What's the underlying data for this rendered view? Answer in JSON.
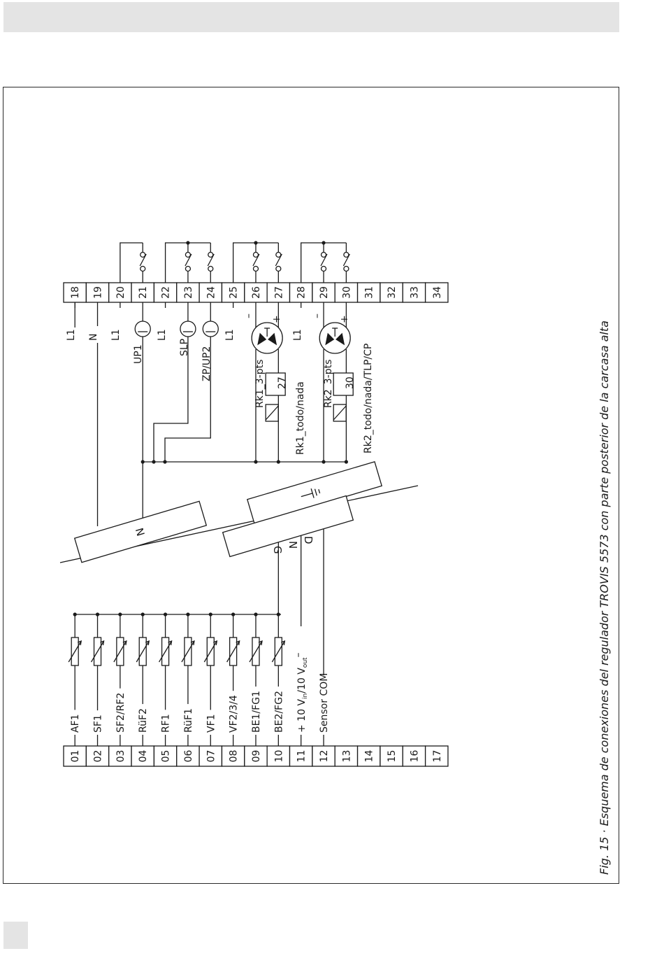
{
  "caption": "Fig. 15 · Esquema de conexiones del regulador TROVIS 5573 con parte posterior de la carcasa alta",
  "terminals_bottom": [
    "01",
    "02",
    "03",
    "04",
    "05",
    "06",
    "07",
    "08",
    "09",
    "10",
    "11",
    "12",
    "13",
    "14",
    "15",
    "16",
    "17"
  ],
  "terminals_top": [
    "18",
    "19",
    "20",
    "21",
    "22",
    "23",
    "24",
    "25",
    "26",
    "27",
    "28",
    "29",
    "30",
    "31",
    "32",
    "33",
    "34"
  ],
  "sensor_labels": [
    "AF1",
    "SF1",
    "SF2/RF2",
    "RüF2",
    "RF1",
    "RüF1",
    "VF1",
    "VF2/3/4",
    "BE1/FG1",
    "BE2/FG2"
  ],
  "signal_labels": {
    "t11": "+ 10 V",
    "t11_in": "in",
    "t11_mid": "/10 V",
    "t11_out": "out",
    "t11_minus": "–",
    "t12": "Sensor COM"
  },
  "top_labels": {
    "l1": "L1",
    "n": "N",
    "up1": "UP1",
    "slp": "SLP",
    "zp": "ZP/UP2",
    "rk1_3pts": "Rk1_3-pts",
    "rk1_onoff": "Rk1_todo/nada",
    "rk1_box": "27",
    "rk2_3pts": "Rk2_3-pts",
    "rk2_onoff": "Rk2_todo/nada/TLP/CP",
    "rk2_box": "30",
    "minus": "–",
    "plus": "+"
  },
  "bars": {
    "n_bar": "N",
    "gnd_g": "G",
    "gnd_n": "N",
    "gnd_d": "D"
  }
}
